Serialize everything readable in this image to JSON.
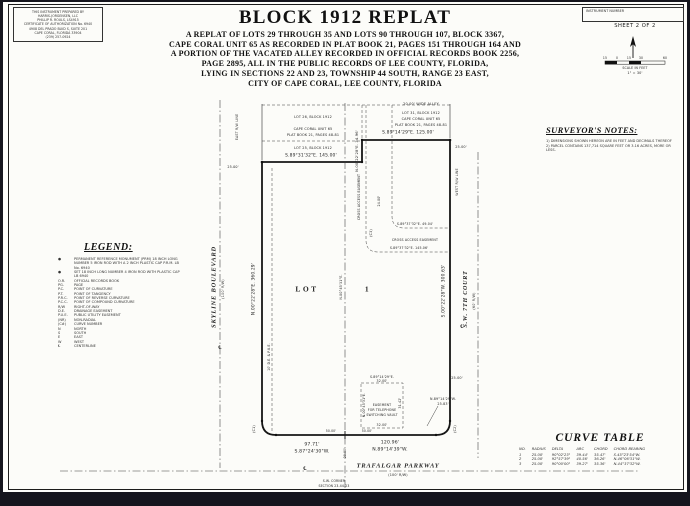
{
  "page": {
    "prepared_by": [
      "THIS INSTRUMENT PREPARED BY",
      "HARRIS-JORGENSEN, LLC",
      "PHILLIP R. ROULS, LS4915",
      "CERTIFICATE OF AUTHORIZATION No. 6940",
      "4908 DEL PRADO BLVD S, SUITE 201",
      "CAPE CORAL, FLORIDA 33904",
      "(239) 257-0924"
    ],
    "title": "BLOCK 1912 REPLAT",
    "subtitle": [
      "A REPLAT OF LOTS 29 THROUGH 35 AND LOTS 90 THROUGH 107, BLOCK 3367,",
      "CAPE CORAL UNIT 65 AS RECORDED IN PLAT BOOK 21, PAGES 151 THROUGH 164 AND",
      "A PORTION OF THE VACATED ALLEY RECORDED IN OFFICIAL RECORDS BOOK 2256,",
      "PAGE 2895, ALL IN THE PUBLIC RECORDS OF LEE COUNTY, FLORIDA,",
      "LYING IN SECTIONS 22 AND 23, TOWNSHIP 44 SOUTH, RANGE 23 EAST,",
      "CITY OF CAPE CORAL, LEE COUNTY, FLORIDA"
    ],
    "instrument_label": "INSTRUMENT NUMBER",
    "sheet": "SHEET 2 OF 2",
    "scale": {
      "numbers": [
        "15",
        "0",
        "15",
        "30",
        "60"
      ],
      "caption": "SCALE IN FEET",
      "ratio": "1\" = 30'"
    }
  },
  "notes": {
    "heading": "SURVEYOR'S NOTES:",
    "items": [
      "1) DIMENSIONS SHOWN HEREON ARE IN FEET AND DECIMALS THEREOF",
      "2) PARCEL CONTAINS 137,714 SQUARE FEET OR 3.16 ACRES, MORE OR LESS."
    ]
  },
  "legend": {
    "heading": "LEGEND:",
    "items": [
      {
        "a": "●",
        "t": "PERMANENT REFERENCE MONUMENT (PRM) 18 INCH LONG NUMBER 5 IRON ROD WITH A 2 INCH PLASTIC CAP P.R.M. LB No. 6940"
      },
      {
        "a": "●",
        "t": "SET 18 INCH LONG NUMBER 4 IRON ROD WITH PLASTIC CAP LB 6940"
      },
      {
        "a": "O.R.",
        "t": "OFFICIAL RECORDS BOOK"
      },
      {
        "a": "PG.",
        "t": "PAGE"
      },
      {
        "a": "P.C.",
        "t": "POINT OF CURVATURE"
      },
      {
        "a": "P.T.",
        "t": "POINT OF TANGENCY"
      },
      {
        "a": "P.R.C.",
        "t": "POINT OF REVERSE CURVATURE"
      },
      {
        "a": "P.C.C.",
        "t": "POINT OF COMPOUND CURVATURE"
      },
      {
        "a": "R/W",
        "t": "RIGHT-OF-WAY"
      },
      {
        "a": "D.E.",
        "t": "DRAINAGE EASEMENT"
      },
      {
        "a": "P.U.E.",
        "t": "PUBLIC UTILITY EASEMENT"
      },
      {
        "a": "(NR)",
        "t": "NON-RADIAL"
      },
      {
        "a": "(C#)",
        "t": "CURVE NUMBER"
      },
      {
        "a": "N",
        "t": "NORTH"
      },
      {
        "a": "S",
        "t": "SOUTH"
      },
      {
        "a": "E",
        "t": "EAST"
      },
      {
        "a": "W",
        "t": "WEST"
      },
      {
        "a": "℄",
        "t": "CENTERLINE"
      }
    ]
  },
  "curve_table": {
    "heading": "CURVE TABLE",
    "columns": [
      "NO.",
      "RADIUS",
      "DELTA",
      "ARC",
      "CHORD",
      "CHORD BEARING"
    ],
    "rows": [
      [
        "1",
        "25.00'",
        "90°02'23\"",
        "39.44'",
        "35.47'",
        "S.45°23'54\"W."
      ],
      [
        "2",
        "25.00'",
        "92°57'39\"",
        "40.56'",
        "36.26'",
        "N.46°06'31\"W."
      ],
      [
        "3",
        "25.00'",
        "90°00'00\"",
        "39.27'",
        "35.36'",
        "N.44°37'32\"W."
      ]
    ]
  },
  "plat": {
    "lot_label": "LOT",
    "lot_number": "1",
    "streets": {
      "skyline": "SKYLINE BOULEVARD",
      "skyline_rw": "(100' R/W)",
      "seventh": "S.W. 7TH COURT",
      "seventh_rw": "(60' R/W)",
      "trafalgar": "TRAFALGAR PARKWAY",
      "trafalgar_rw": "(100' R/W)"
    },
    "bearings": {
      "west": "N.00°22'28\"E.   360.29'",
      "east": "S.00°22'28\"W.   300.63'",
      "top_left": "S.89°31'32\"E.   145.00'",
      "top_right": "S.89°14'29\"E.   125.00'",
      "notch": "N.00°22'28\"E.  34.96'",
      "section_line": "N.00°45'31\"E.",
      "bottom_left_dist": "97.71'",
      "bottom_left": "S.87°24'30\"W.",
      "bottom_right_dist": "120.96'",
      "bottom_right": "N.89°14'39\"W."
    },
    "adjacent": {
      "lot_a": "LOT 26, BLOCK 1912",
      "unit": "CAPE CORAL UNIT 65",
      "book": "PLAT BOOK 21, PAGES 48-81",
      "lot_b": "LOT 25, BLOCK 1912",
      "lot_c": "LOT 31, BLOCK 1912",
      "unit_c": "CAPE CORAL UNIT 65",
      "book_c": "PLAT BOOK 21, PAGES 48-81",
      "alley": "20.00' WIDE ALLEY"
    },
    "easements": {
      "cross_v": "CROSS ACCESS EASEMENT",
      "cross_v_width": "24.00'",
      "cross_h_top": "S.89°37'32\"E.  49.04'",
      "cross_h_label": "CROSS ACCESS EASEMENT",
      "cross_h_bottom": "S.89°37'32\"E.  145.06'",
      "tel_top_brg": "S.89°14'29\"E.",
      "tel_top_len": "32.00'",
      "tel_left": "N.00°45'31\"E.",
      "tel_right": "31.42'",
      "tel_label_1": "EASEMENT",
      "tel_label_2": "FOR TELEPHONE",
      "tel_label_3": "SWITCHING VAULT",
      "tel_bottom": "32.00'",
      "tel_leader_brg": "N.89°14'29\"W.",
      "tel_leader_len": "25.83'",
      "west_easement": "10' D.E. & P.U.E."
    },
    "misc": {
      "east_rw": "EAST R/W LINE",
      "west_rw": "WEST R/W LINE",
      "d25": "25.00'",
      "d50": "50.00'",
      "d20": "20.00'",
      "c1": "(C1)",
      "c2": "(C2)",
      "c3": "(C3)",
      "cl": "℄",
      "corner_1": "S.W. CORNER",
      "corner_2": "SECTION 23-44-23"
    }
  }
}
